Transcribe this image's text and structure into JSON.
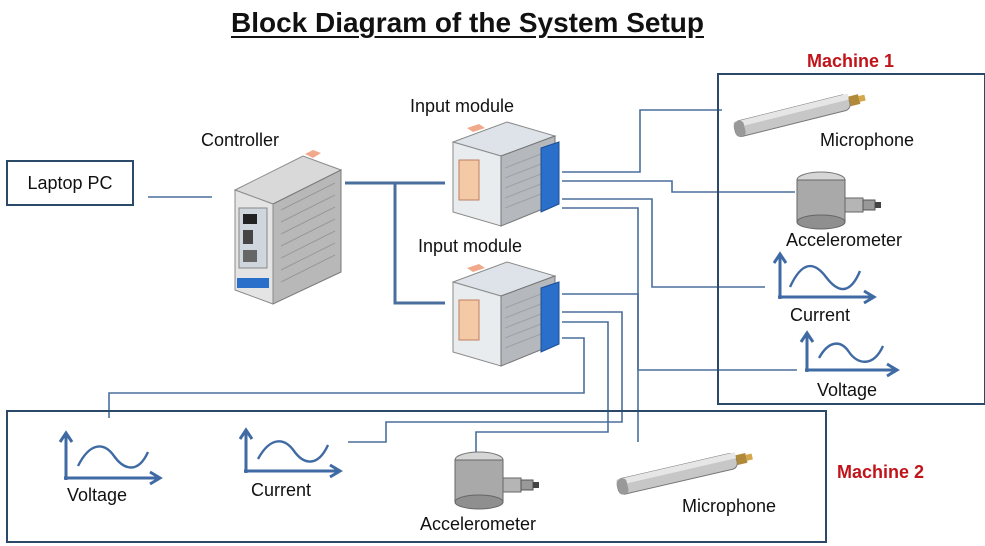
{
  "title": "Block Diagram of the System Setup",
  "laptop": {
    "label": "Laptop PC"
  },
  "controller": {
    "label": "Controller"
  },
  "input_modules": [
    {
      "label": "Input module"
    },
    {
      "label": "Input module"
    }
  ],
  "machine1": {
    "label": "Machine 1",
    "sensors": {
      "microphone": "Microphone",
      "accelerometer": "Accelerometer",
      "current": "Current",
      "voltage": "Voltage"
    }
  },
  "machine2": {
    "label": "Machine 2",
    "sensors": {
      "voltage": "Voltage",
      "current": "Current",
      "accelerometer": "Accelerometer",
      "microphone": "Microphone"
    }
  },
  "colors": {
    "wire": "#4a6f9c",
    "border": "#2b4a6a",
    "machine_label": "#c0141a",
    "module_terminal": "#2a6fc9"
  }
}
